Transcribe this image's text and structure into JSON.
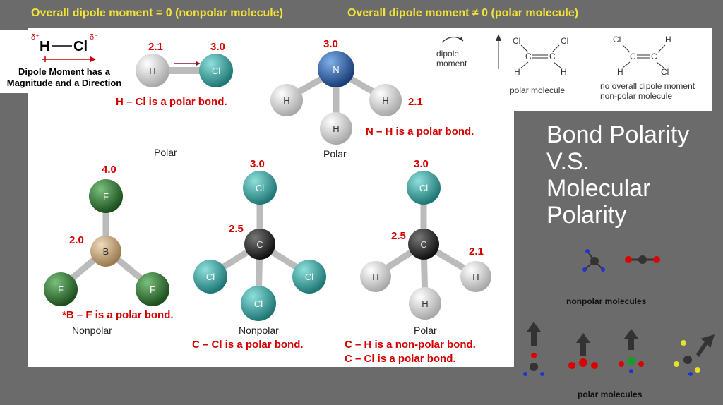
{
  "header": {
    "nonpolar": "Overall dipole moment = 0 (nonpolar molecule)",
    "polar": "Overall dipole moment ≠ 0 (polar molecule)"
  },
  "dipole_box": {
    "formula_h": "H",
    "formula_cl": "Cl",
    "delta_plus": "δ⁺",
    "delta_minus": "δ⁻",
    "caption_line1": "Dipole Moment has a",
    "caption_line2": "Magnitude and a Direction"
  },
  "hcl": {
    "en_h": "2.1",
    "en_cl": "3.0",
    "atom_h": "H",
    "atom_cl": "Cl",
    "note": "H – Cl is a polar bond.",
    "label": "Polar"
  },
  "nh3": {
    "en_n": "3.0",
    "en_h": "2.1",
    "atom_n": "N",
    "atom_h": "H",
    "note": "N – H is a polar bond.",
    "label": "Polar"
  },
  "bf3": {
    "en_f": "4.0",
    "en_b": "2.0",
    "atom_f": "F",
    "atom_b": "B",
    "note": "*B – F is a polar bond.",
    "label": "Nonpolar"
  },
  "ccl4": {
    "en_cl": "3.0",
    "en_c": "2.5",
    "atom_cl": "Cl",
    "atom_c": "C",
    "note": "C – Cl is a polar bond.",
    "label": "Nonpolar"
  },
  "ch3cl": {
    "en_cl": "3.0",
    "en_c": "2.5",
    "en_h": "2.1",
    "atom_cl": "Cl",
    "atom_c": "C",
    "atom_h": "H",
    "note1": "C – H is a non-polar bond.",
    "note2": "C – Cl is a polar bond.",
    "label": "Polar"
  },
  "dce_box": {
    "dipole_label1": "dipole",
    "dipole_label2": "moment",
    "polar_caption": "polar molecule",
    "nonpolar_caption1": "no overall dipole moment",
    "nonpolar_caption2": "non-polar molecule",
    "cl": "Cl",
    "h": "H",
    "c": "C"
  },
  "title": {
    "line1": "Bond Polarity",
    "line2": "V.S.",
    "line3": "Molecular",
    "line4": "Polarity"
  },
  "bottom_right": {
    "nonpolar_label": "nonpolar molecules",
    "polar_label": "polar molecules"
  },
  "colors": {
    "background": "#6b6b6b",
    "header_text": "#f2e33a",
    "red_text": "#d40000",
    "nitrogen": "#2a5a9a",
    "fluorine": "#2f7a32",
    "boron": "#c8a57a",
    "chlorine": "#3aa3a0",
    "carbon": "#333333",
    "hydrogen": "#dcdcdc"
  }
}
